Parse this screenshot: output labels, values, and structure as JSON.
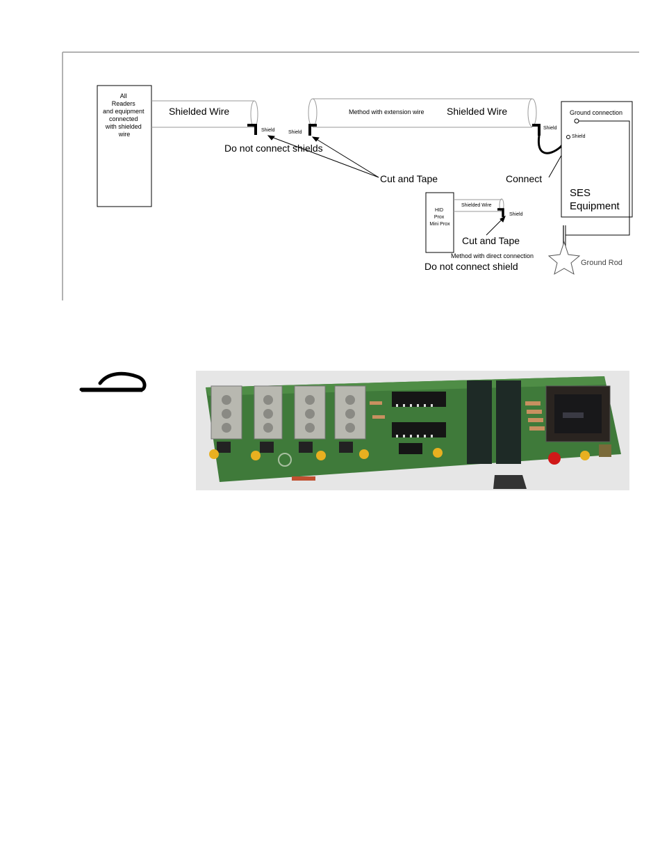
{
  "diagram": {
    "reader_box_label": [
      "All",
      "Readers",
      "and equipment",
      "connected",
      "with shielded",
      "wire"
    ],
    "shielded_wire_left": "Shielded Wire",
    "shielded_wire_right": "Shielded Wire",
    "extension_note": "Method with extension wire",
    "shield_label_1": "Shield",
    "shield_label_2": "Shield",
    "shield_label_3": "Shield",
    "shield_label_4": "Shield",
    "shield_label_5": "Shield",
    "do_not_connect_shields": "Do not connect shields",
    "cut_and_tape_1": "Cut and Tape",
    "connect_label": "Connect",
    "ground_connection": "Ground connection",
    "ses_equipment": [
      "SES",
      "Equipment"
    ],
    "hid_box_label": [
      "HID",
      "Prox",
      "Mini Prox"
    ],
    "shielded_wire_small": "Shielded Wire",
    "cut_and_tape_2": "Cut and Tape",
    "direct_note": "Method with direct connection",
    "do_not_connect_shield": "Do not connect shield",
    "ground_rod": "Ground Rod"
  },
  "icons": {
    "note_icon": "hand-note-icon",
    "pcb_photo": "circuit-board-photo"
  },
  "colors": {
    "pcb_green": "#3f7a3a",
    "connector_grey": "#b8b8b0",
    "led_red": "#d01818",
    "cap_yellow": "#e8b020"
  }
}
